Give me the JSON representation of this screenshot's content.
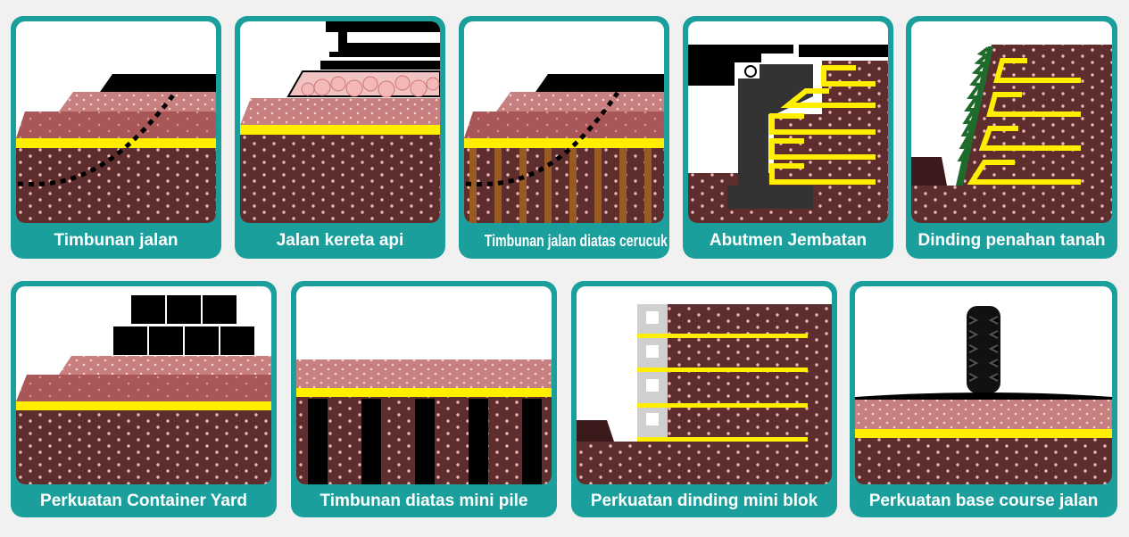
{
  "cards": [
    {
      "label": "Timbunan jalan"
    },
    {
      "label": "Jalan kereta api"
    },
    {
      "label": "Timbunan jalan diatas cerucuk"
    },
    {
      "label": "Abutmen Jembatan"
    },
    {
      "label": "Dinding penahan tanah"
    },
    {
      "label": "Perkuatan Container Yard"
    },
    {
      "label": "Timbunan diatas mini pile"
    },
    {
      "label": "Perkuatan dinding mini blok"
    },
    {
      "label": "Perkuatan base course jalan"
    }
  ],
  "colors": {
    "teal": "#1a9f9c",
    "soil": "#5e2d2e",
    "fill": "#a85657",
    "light": "#c7807f",
    "geotextile": "#ffee00"
  }
}
